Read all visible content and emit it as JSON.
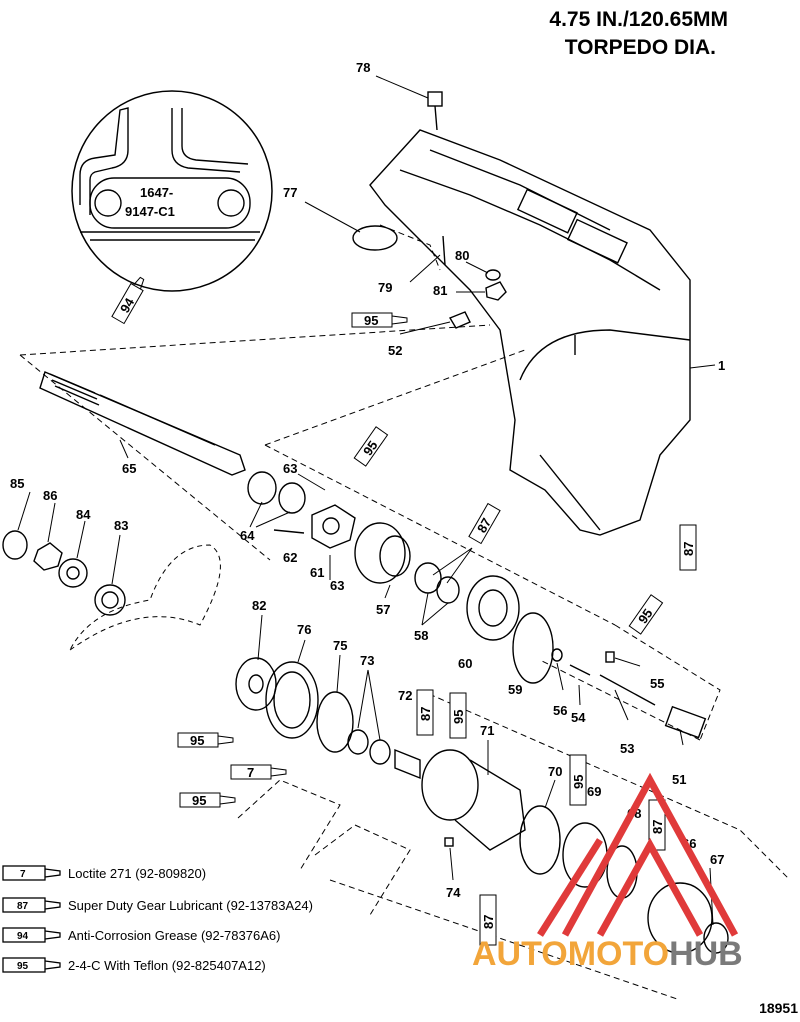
{
  "title": {
    "line1": "4.75 IN./120.65MM",
    "line2": "TORPEDO DIA."
  },
  "inset": {
    "line1": "1647-",
    "line2": "9147-C1"
  },
  "callouts": [
    "78",
    "77",
    "80",
    "79",
    "81",
    "52",
    "1",
    "65",
    "63",
    "64",
    "62",
    "61",
    "63",
    "85",
    "86",
    "84",
    "83",
    "57",
    "58",
    "60",
    "59",
    "55",
    "56",
    "54",
    "53",
    "51",
    "82",
    "76",
    "75",
    "73",
    "72",
    "71",
    "70",
    "69",
    "68",
    "66",
    "67",
    "74"
  ],
  "tube_callouts": [
    "94",
    "95",
    "95",
    "87",
    "87",
    "95",
    "87",
    "95",
    "95",
    "7",
    "95",
    "87",
    "87",
    "95"
  ],
  "legend": [
    {
      "code": "7",
      "text": "Loctite 271 (92-809820)"
    },
    {
      "code": "87",
      "text": "Super Duty Gear Lubricant (92-13783A24)"
    },
    {
      "code": "94",
      "text": "Anti-Corrosion Grease (92-78376A6)"
    },
    {
      "code": "95",
      "text": "2-4-C  With Teflon (92-825407A12)"
    }
  ],
  "watermark": {
    "part1": "AUTOMOTO",
    "part2": "HUB"
  },
  "doc_number": "18951",
  "colors": {
    "watermark_red": "#e03a3a",
    "watermark_orange": "#f2a53a",
    "watermark_gray": "#7a7a7a",
    "line": "#000000"
  }
}
